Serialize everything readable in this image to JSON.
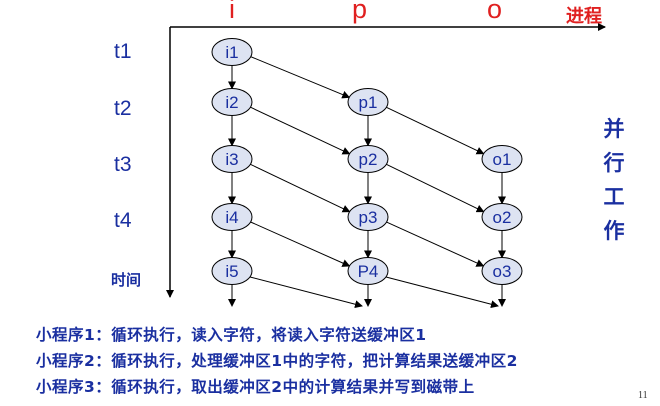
{
  "header": {
    "col_i": "i",
    "col_p": "p",
    "col_o": "o",
    "process_label": "进程"
  },
  "rows": {
    "t1": "t1",
    "t2": "t2",
    "t3": "t3",
    "t4": "t4",
    "time": "时间"
  },
  "side_label": [
    "并",
    "行",
    "工",
    "作"
  ],
  "nodes": {
    "i": [
      "i1",
      "i2",
      "i3",
      "i4",
      "i5"
    ],
    "p": [
      "p1",
      "p2",
      "p3",
      "P4"
    ],
    "o": [
      "o1",
      "o2",
      "o3"
    ]
  },
  "descriptions": [
    "小程序1：循环执行，读入字符，将读入字符送缓冲区1",
    "小程序2：循环执行，处理缓冲区1中的字符，把计算结果送缓冲区2",
    "小程序3：循环执行，取出缓冲区2中的计算结果并写到磁带上"
  ],
  "page_number": "11",
  "colors": {
    "header": "#e02020",
    "text": "#1a2fa0",
    "node_fill": "#dde3f2",
    "stroke": "#000000"
  }
}
